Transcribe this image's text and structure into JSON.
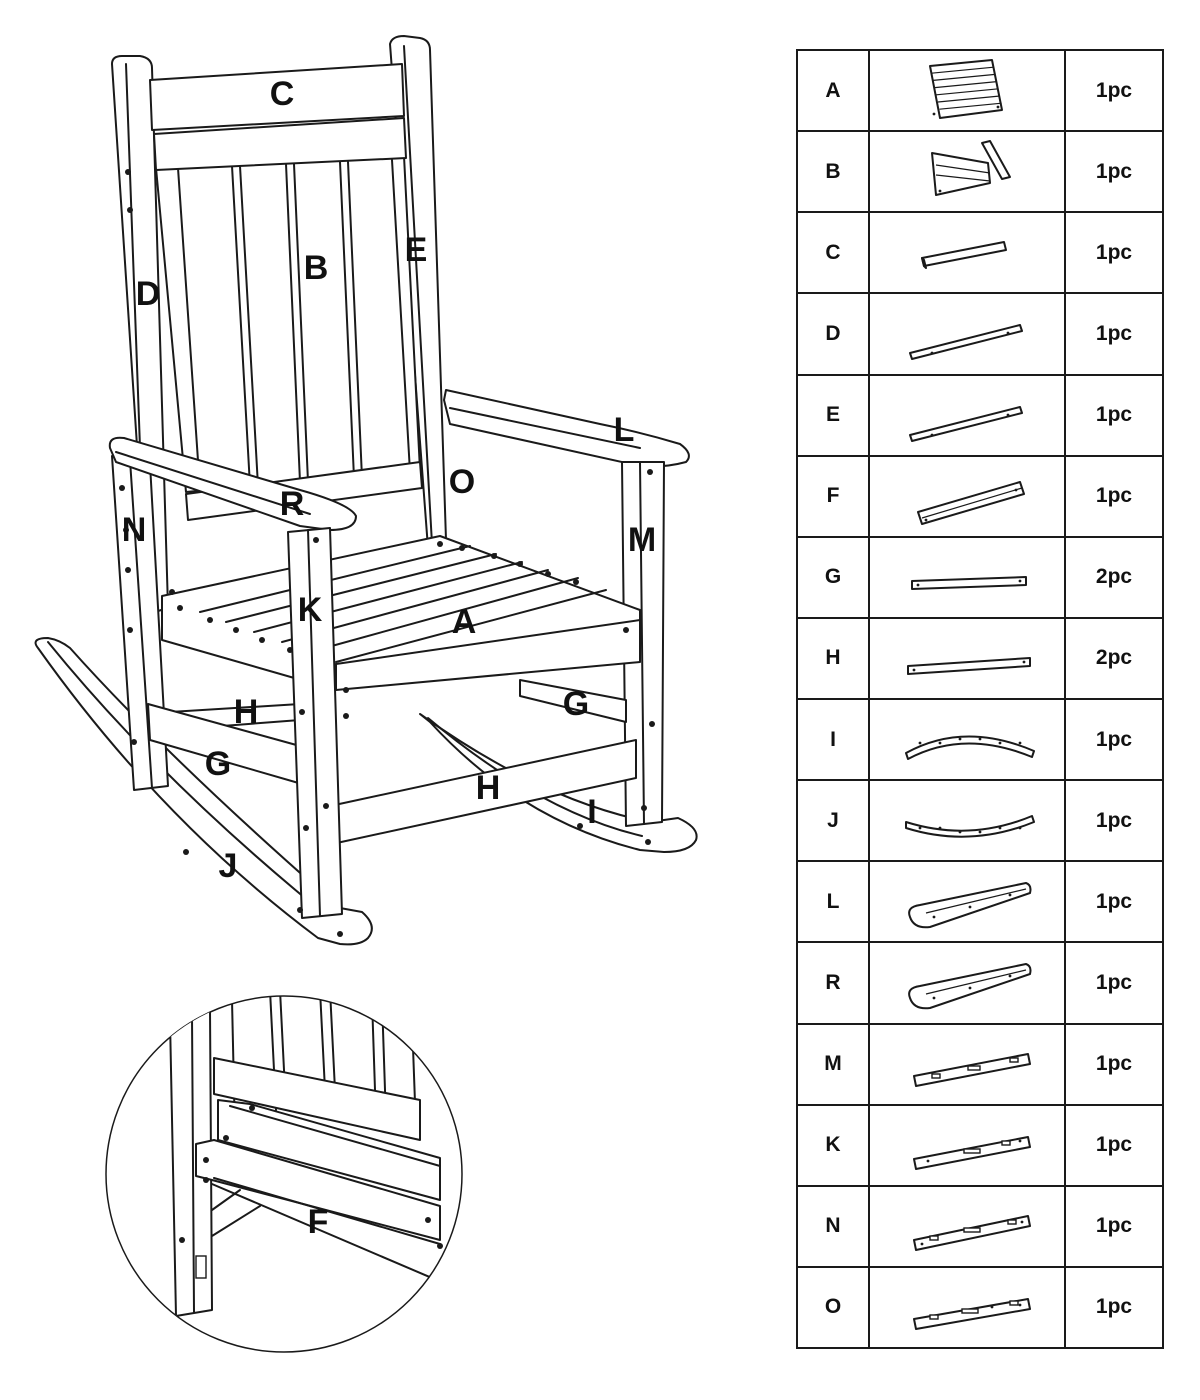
{
  "callouts": {
    "C": "C",
    "B": "B",
    "D": "D",
    "E": "E",
    "L": "L",
    "O": "O",
    "R": "R",
    "N": "N",
    "M": "M",
    "K": "K",
    "A": "A",
    "H1": "H",
    "G1": "G",
    "G2": "G",
    "H2": "H",
    "I": "I",
    "J": "J"
  },
  "detail": {
    "F": "F"
  },
  "parts": [
    {
      "letter": "A",
      "qty": "1pc",
      "icon": "seat-panel-icon"
    },
    {
      "letter": "B",
      "qty": "1pc",
      "icon": "backrest-panel-icon"
    },
    {
      "letter": "C",
      "qty": "1pc",
      "icon": "top-rail-icon"
    },
    {
      "letter": "D",
      "qty": "1pc",
      "icon": "back-leg-left-icon"
    },
    {
      "letter": "E",
      "qty": "1pc",
      "icon": "back-leg-right-icon"
    },
    {
      "letter": "F",
      "qty": "1pc",
      "icon": "back-support-rail-icon"
    },
    {
      "letter": "G",
      "qty": "2pc",
      "icon": "side-rail-icon"
    },
    {
      "letter": "H",
      "qty": "2pc",
      "icon": "cross-rail-icon"
    },
    {
      "letter": "I",
      "qty": "1pc",
      "icon": "rocker-right-icon"
    },
    {
      "letter": "J",
      "qty": "1pc",
      "icon": "rocker-left-icon"
    },
    {
      "letter": "L",
      "qty": "1pc",
      "icon": "armrest-left-icon"
    },
    {
      "letter": "R",
      "qty": "1pc",
      "icon": "armrest-right-icon"
    },
    {
      "letter": "M",
      "qty": "1pc",
      "icon": "front-leg-m-icon"
    },
    {
      "letter": "K",
      "qty": "1pc",
      "icon": "front-leg-k-icon"
    },
    {
      "letter": "N",
      "qty": "1pc",
      "icon": "side-leg-n-icon"
    },
    {
      "letter": "O",
      "qty": "1pc",
      "icon": "side-leg-o-icon"
    }
  ]
}
